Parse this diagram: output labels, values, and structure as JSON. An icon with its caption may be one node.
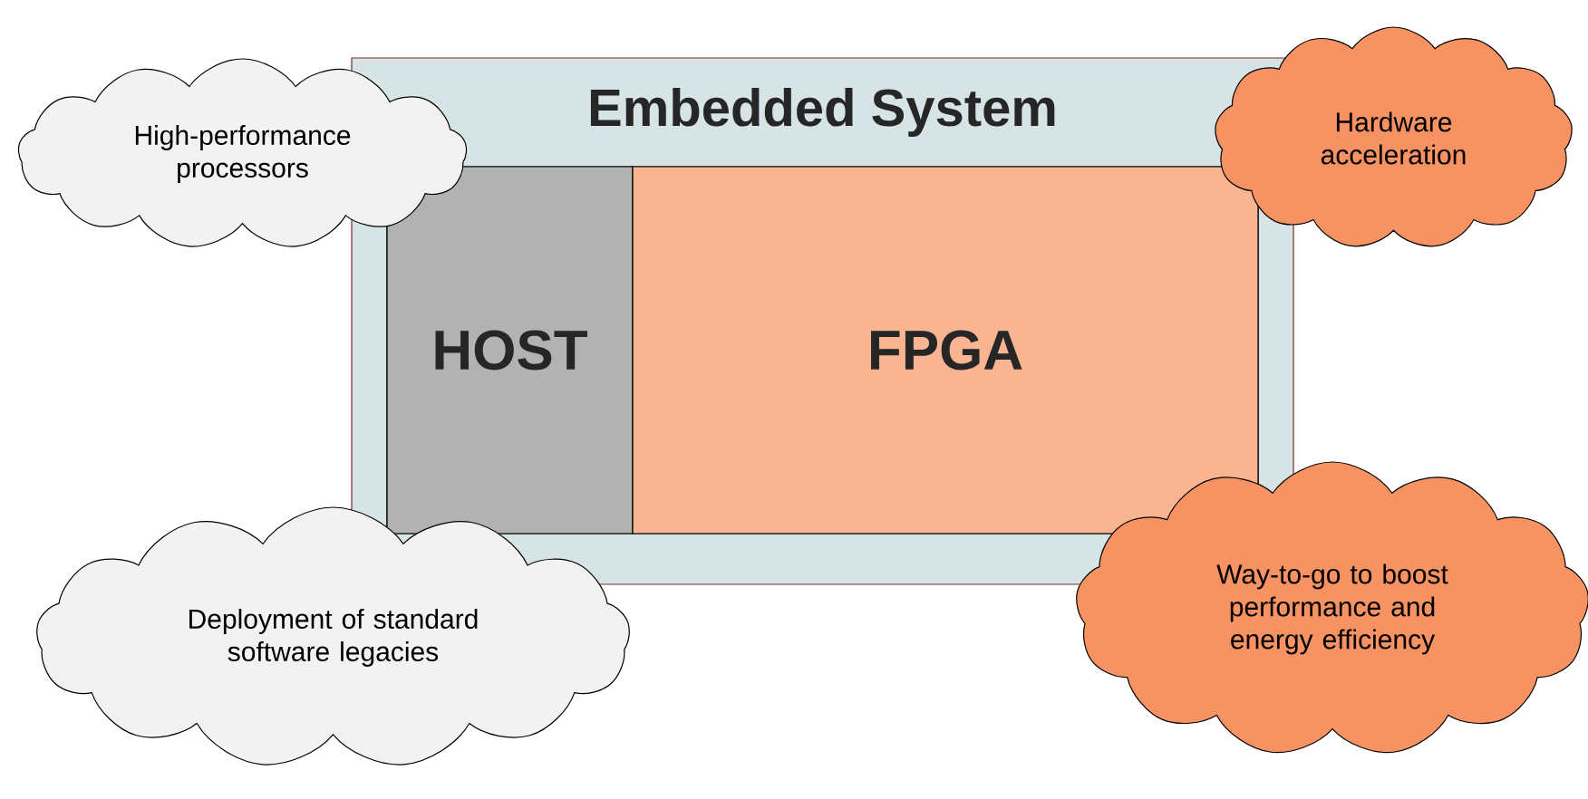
{
  "diagram": {
    "nodes": [
      {
        "text": [
          "Embedded System"
        ]
      },
      {
        "text": [
          "HOST"
        ],
        "in": 0
      },
      {
        "text": [
          "FPGA"
        ],
        "in": 0
      },
      {
        "text": [
          "High-performance processors"
        ]
      },
      {
        "text": [
          "Hardware acceleration"
        ]
      },
      {
        "text": [
          "Deployment of standard software legacies"
        ]
      },
      {
        "text": [
          "Way-to-go to boost performance and energy efficiency"
        ]
      }
    ]
  }
}
